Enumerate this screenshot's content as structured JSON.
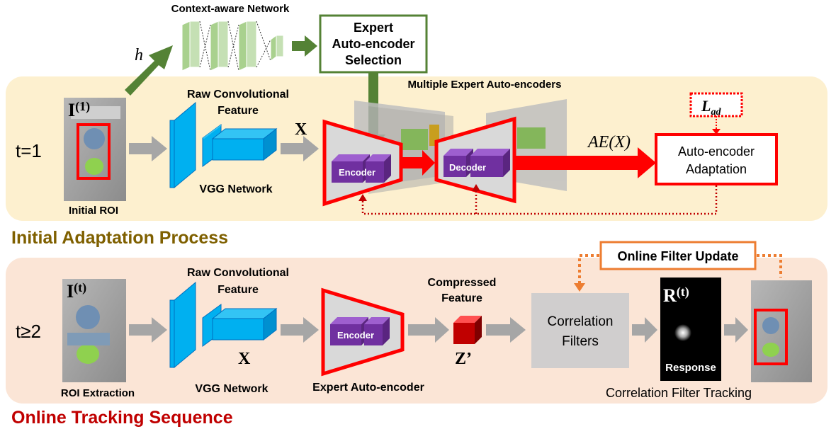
{
  "top": {
    "context_net_label": "Context-aware Network",
    "h_label": "h",
    "expert_selection_lines": [
      "Expert",
      "Auto-encoder",
      "Selection"
    ]
  },
  "initial": {
    "t_label": "t=1",
    "image_label": "I",
    "image_superscript": "(1)",
    "roi_caption": "Initial ROI",
    "raw_feature_lines": [
      "Raw Convolutional",
      "Feature"
    ],
    "vgg_caption": "VGG Network",
    "x_label": "X",
    "multi_expert_label": "Multiple Expert Auto-encoders",
    "encoder_label": "Encoder",
    "decoder_label": "Decoder",
    "ae_output_label": "AE(X)",
    "loss_label": "L",
    "loss_subscript": "ad",
    "adaptation_lines": [
      "Auto-encoder",
      "Adaptation"
    ],
    "section_title": "Initial Adaptation Process"
  },
  "online": {
    "t_label": "t≥2",
    "image_label": "I",
    "image_superscript": "(t)",
    "roi_caption": "ROI Extraction",
    "raw_feature_lines": [
      "Raw Convolutional",
      "Feature"
    ],
    "vgg_caption": "VGG Network",
    "x_label": "X",
    "encoder_label": "Encoder",
    "expert_caption": "Expert Auto-encoder",
    "compressed_lines": [
      "Compressed",
      "Feature"
    ],
    "z_label": "Z’",
    "filter_update_label": "Online Filter Update",
    "corr_filter_lines": [
      "Correlation",
      "Filters"
    ],
    "response_label": "R",
    "response_superscript": "(t)",
    "response_caption": "Response",
    "tracking_caption": "Correlation Filter Tracking",
    "section_title": "Online Tracking Sequence"
  },
  "colors": {
    "top_panel": "#fdf0cf",
    "bottom_panel": "#fbe5d6",
    "green_arrow": "#548235",
    "green_block": "#c5e0b4",
    "purple": "#7030a0",
    "red": "#ff0000",
    "orange": "#ed7d31",
    "blue": "#00b0f0",
    "gray_arrow": "#a6a6a6",
    "initial_title": "#7f6000",
    "online_title": "#c00000"
  }
}
